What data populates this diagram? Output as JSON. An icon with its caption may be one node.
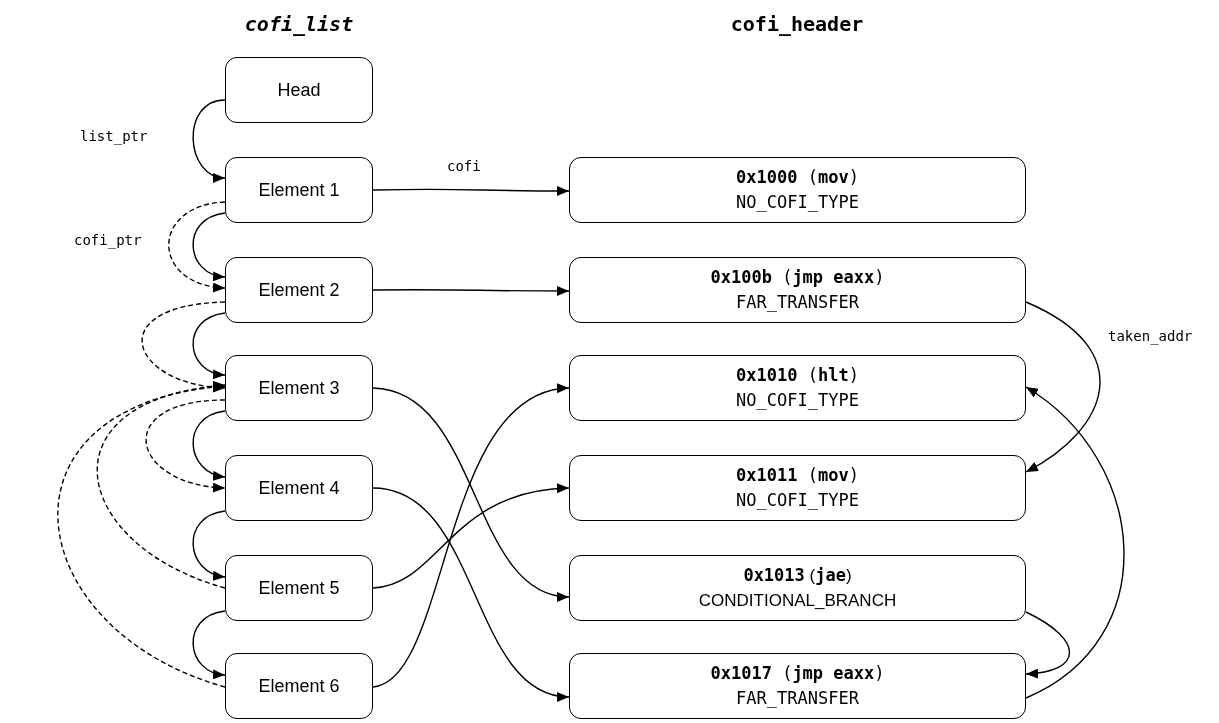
{
  "diagram": {
    "nodes": [
      {
        "text": [
          "Head"
        ]
      },
      {
        "text": [
          "Element 1"
        ]
      },
      {
        "text": [
          "Element 2"
        ]
      },
      {
        "text": [
          "Element 3"
        ]
      },
      {
        "text": [
          "Element 4"
        ]
      },
      {
        "text": [
          "Element 5"
        ]
      },
      {
        "text": [
          "Element 6"
        ]
      },
      {
        "text": [
          "**0x1000** (**mov**) NO_COFI_TYPE"
        ]
      },
      {
        "text": [
          "**0x100b** (**jmp eaxx**) FAR_TRANSFER"
        ]
      },
      {
        "text": [
          "**0x1010** (**hlt**) NO_COFI_TYPE"
        ]
      },
      {
        "text": [
          "**0x1011** (**mov**) NO_COFI_TYPE"
        ]
      },
      {
        "text": [
          "**0x1013** (**jae**) CONDITIONAL_BRANCH"
        ]
      },
      {
        "text": [
          "**0x1017** (**jmp eaxx**) FAR_TRANSFER"
        ]
      }
    ],
    "edges": [
      {
        "from": 0,
        "to": 1,
        "arrow": "to",
        "label": "list_ptr"
      },
      {
        "from": 1,
        "to": 2,
        "arrow": "to"
      },
      {
        "from": 2,
        "to": 3,
        "arrow": "to"
      },
      {
        "from": 3,
        "to": 4,
        "arrow": "to"
      },
      {
        "from": 4,
        "to": 5,
        "arrow": "to"
      },
      {
        "from": 5,
        "to": 6,
        "arrow": "to"
      },
      {
        "from": 1,
        "to": 2,
        "arrow": "to",
        "style": "dashed",
        "label": "cofi_ptr"
      },
      {
        "from": 2,
        "to": 3,
        "arrow": "to",
        "style": "dashed"
      },
      {
        "from": 3,
        "to": 4,
        "arrow": "to",
        "style": "dashed"
      },
      {
        "from": 5,
        "to": 3,
        "arrow": "to",
        "style": "dashed"
      },
      {
        "from": 6,
        "to": 3,
        "arrow": "to",
        "style": "dashed"
      },
      {
        "from": 1,
        "to": 7,
        "arrow": "to",
        "label": "cofi"
      },
      {
        "from": 2,
        "to": 8,
        "arrow": "to"
      },
      {
        "from": 3,
        "to": 11,
        "arrow": "to"
      },
      {
        "from": 4,
        "to": 12,
        "arrow": "to"
      },
      {
        "from": 5,
        "to": 10,
        "arrow": "to"
      },
      {
        "from": 6,
        "to": 9,
        "arrow": "to"
      },
      {
        "from": 8,
        "to": 10,
        "arrow": "to",
        "label": "taken_addr"
      },
      {
        "from": 11,
        "to": 12,
        "arrow": "to"
      },
      {
        "from": 12,
        "to": 9,
        "arrow": "to"
      }
    ],
    "labels": [
      "cofi_list",
      "cofi_header"
    ]
  }
}
